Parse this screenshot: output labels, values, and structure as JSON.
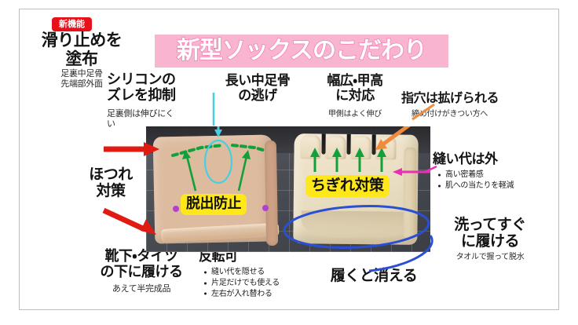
{
  "page": {
    "title_banner": "新型ソックスのこだわり",
    "new_badge": "新機能"
  },
  "colors": {
    "badge_red": "#e8101a",
    "banner_pink": "#f9b4d0",
    "banner_text": "#ffffff",
    "highlight_yellow": "#ffe81a",
    "arrow_red": "#e01b12",
    "arrow_green": "#11a03a",
    "arrow_cyan": "#45cfe0",
    "arrow_orange": "#f08a3c",
    "arrow_magenta": "#ea2fb5",
    "ellipse_blue": "#2b4fd4",
    "dot_purple": "#b23fd0"
  },
  "annotations": {
    "grip": {
      "heading": "滑り止めを\n塗布",
      "sub": "足裏中足骨\n先端部外面"
    },
    "silicone": {
      "heading": "シリコンの\nズレを抑制",
      "sub": "足裏側は伸びにく\nい"
    },
    "metatarsal": {
      "heading": "長い中足骨\nの逃げ"
    },
    "wide_instep": {
      "heading": "幅広・甲高\nに対応",
      "sub": "甲側はよく伸び"
    },
    "toe_holes": {
      "heading": "指穴は拡げられる",
      "sub": "締め付けがきつい方へ"
    },
    "seam_outside": {
      "heading": "縫い代は外",
      "bullets": [
        "高い密着感",
        "肌への当たりを軽減"
      ]
    },
    "wash_wear": {
      "heading": "洗ってすぐ\nに履ける",
      "sub": "タオルで握って脱水"
    },
    "fray": {
      "heading": "ほつれ\n対策"
    },
    "under_socks": {
      "heading": "靴下・タイツ\nの下に履ける",
      "sub": "あえて半完成品"
    },
    "reversible": {
      "heading": "反転可",
      "bullets": [
        "縫い代を隠せる",
        "片足だけでも使える",
        "左右が入れ替わる"
      ]
    },
    "disappears": {
      "heading": "履くと消える"
    },
    "escape_prevention": {
      "label": "脱出防止"
    },
    "tear_prevention": {
      "label": "ちぎれ対策"
    }
  }
}
